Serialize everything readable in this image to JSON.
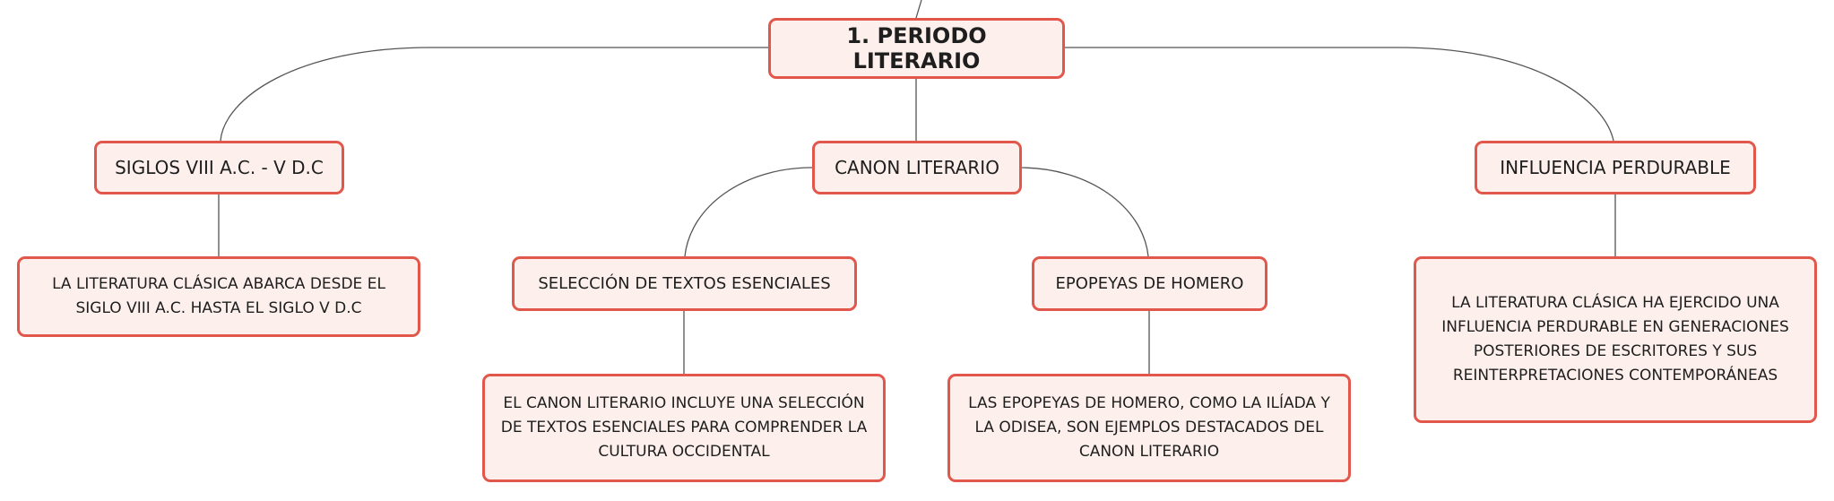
{
  "diagram": {
    "root": "1. PERIODO LITERARIO",
    "branches": [
      {
        "label": "SIGLOS VIII A.C. - V D.C",
        "detail": "LA LITERATURA CLÁSICA ABARCA DESDE EL SIGLO VIII A.C. HASTA EL SIGLO V D.C"
      },
      {
        "label": "CANON LITERARIO",
        "children": [
          {
            "label": "SELECCIÓN DE TEXTOS ESENCIALES",
            "detail": "EL CANON LITERARIO INCLUYE UNA SELECCIÓN DE TEXTOS ESENCIALES PARA COMPRENDER LA CULTURA OCCIDENTAL"
          },
          {
            "label": "EPOPEYAS DE HOMERO",
            "detail": "LAS EPOPEYAS DE HOMERO, COMO LA ILÍADA Y LA ODISEA, SON EJEMPLOS DESTACADOS DEL CANON LITERARIO"
          }
        ]
      },
      {
        "label": "INFLUENCIA PERDURABLE",
        "detail": "LA LITERATURA CLÁSICA HA EJERCIDO UNA INFLUENCIA PERDURABLE EN GENERACIONES POSTERIORES DE ESCRITORES Y SUS REINTERPRETACIONES CONTEMPORÁNEAS"
      }
    ]
  },
  "colors": {
    "node_border": "#e2574c",
    "node_fill": "#fdf0ec",
    "connector": "#555555",
    "text": "#1e1e1e"
  }
}
